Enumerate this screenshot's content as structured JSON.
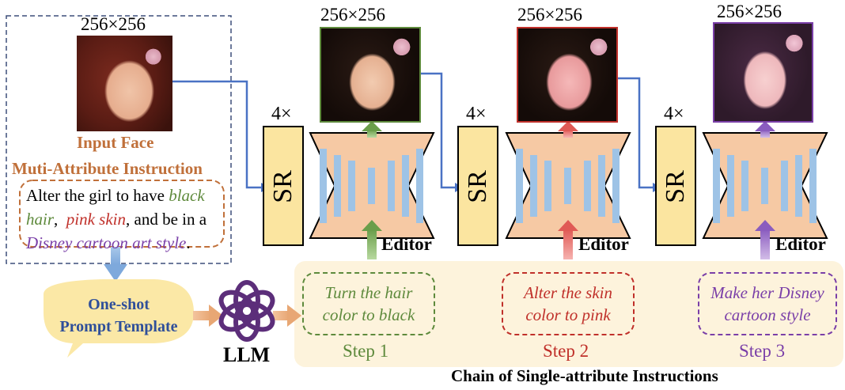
{
  "input": {
    "size": "256×256",
    "caption": "Input Face",
    "instruction_title": "Muti-Attribute Instruction",
    "instruction": {
      "line1_plain": "Alter the girl to have ",
      "line1_green": "black",
      "line2_green": "hair",
      "line2_sep": ",  ",
      "line2_pink": "pink skin",
      "line2_rest": ", and be in a",
      "line3_purple": "Disney cartoon art style",
      "line3_end": "."
    }
  },
  "prompt_template": {
    "line1": "One-shot",
    "line2": "Prompt Template"
  },
  "llm_label": "LLM",
  "stages": [
    {
      "size": "256×256",
      "scale": "4×",
      "sr": "SR",
      "editor": "Editor",
      "instruction_line1": "Turn the hair",
      "instruction_line2": "color to black",
      "step": "Step 1",
      "color": "#5e8a3c"
    },
    {
      "size": "256×256",
      "scale": "4×",
      "sr": "SR",
      "editor": "Editor",
      "instruction_line1": "Alter the skin",
      "instruction_line2": "color to pink",
      "step": "Step 2",
      "color": "#c0302a"
    },
    {
      "size": "256×256",
      "scale": "4×",
      "sr": "SR",
      "editor": "Editor",
      "instruction_line1": "Make her Disney",
      "instruction_line2": "cartoon style",
      "step": "Step 3",
      "color": "#7a3fa8"
    }
  ],
  "chain_caption": "Chain of Single-attribute Instructions",
  "colors": {
    "orange_text": "#c0703a",
    "blue_text": "#2f4f9a",
    "sr_fill": "#fbe5a0",
    "editor_fill": "#f6c9a4",
    "bar_fill": "#9ec3e6",
    "arrow_blue": "#4a72c4",
    "panel": "#fdf3dc"
  }
}
